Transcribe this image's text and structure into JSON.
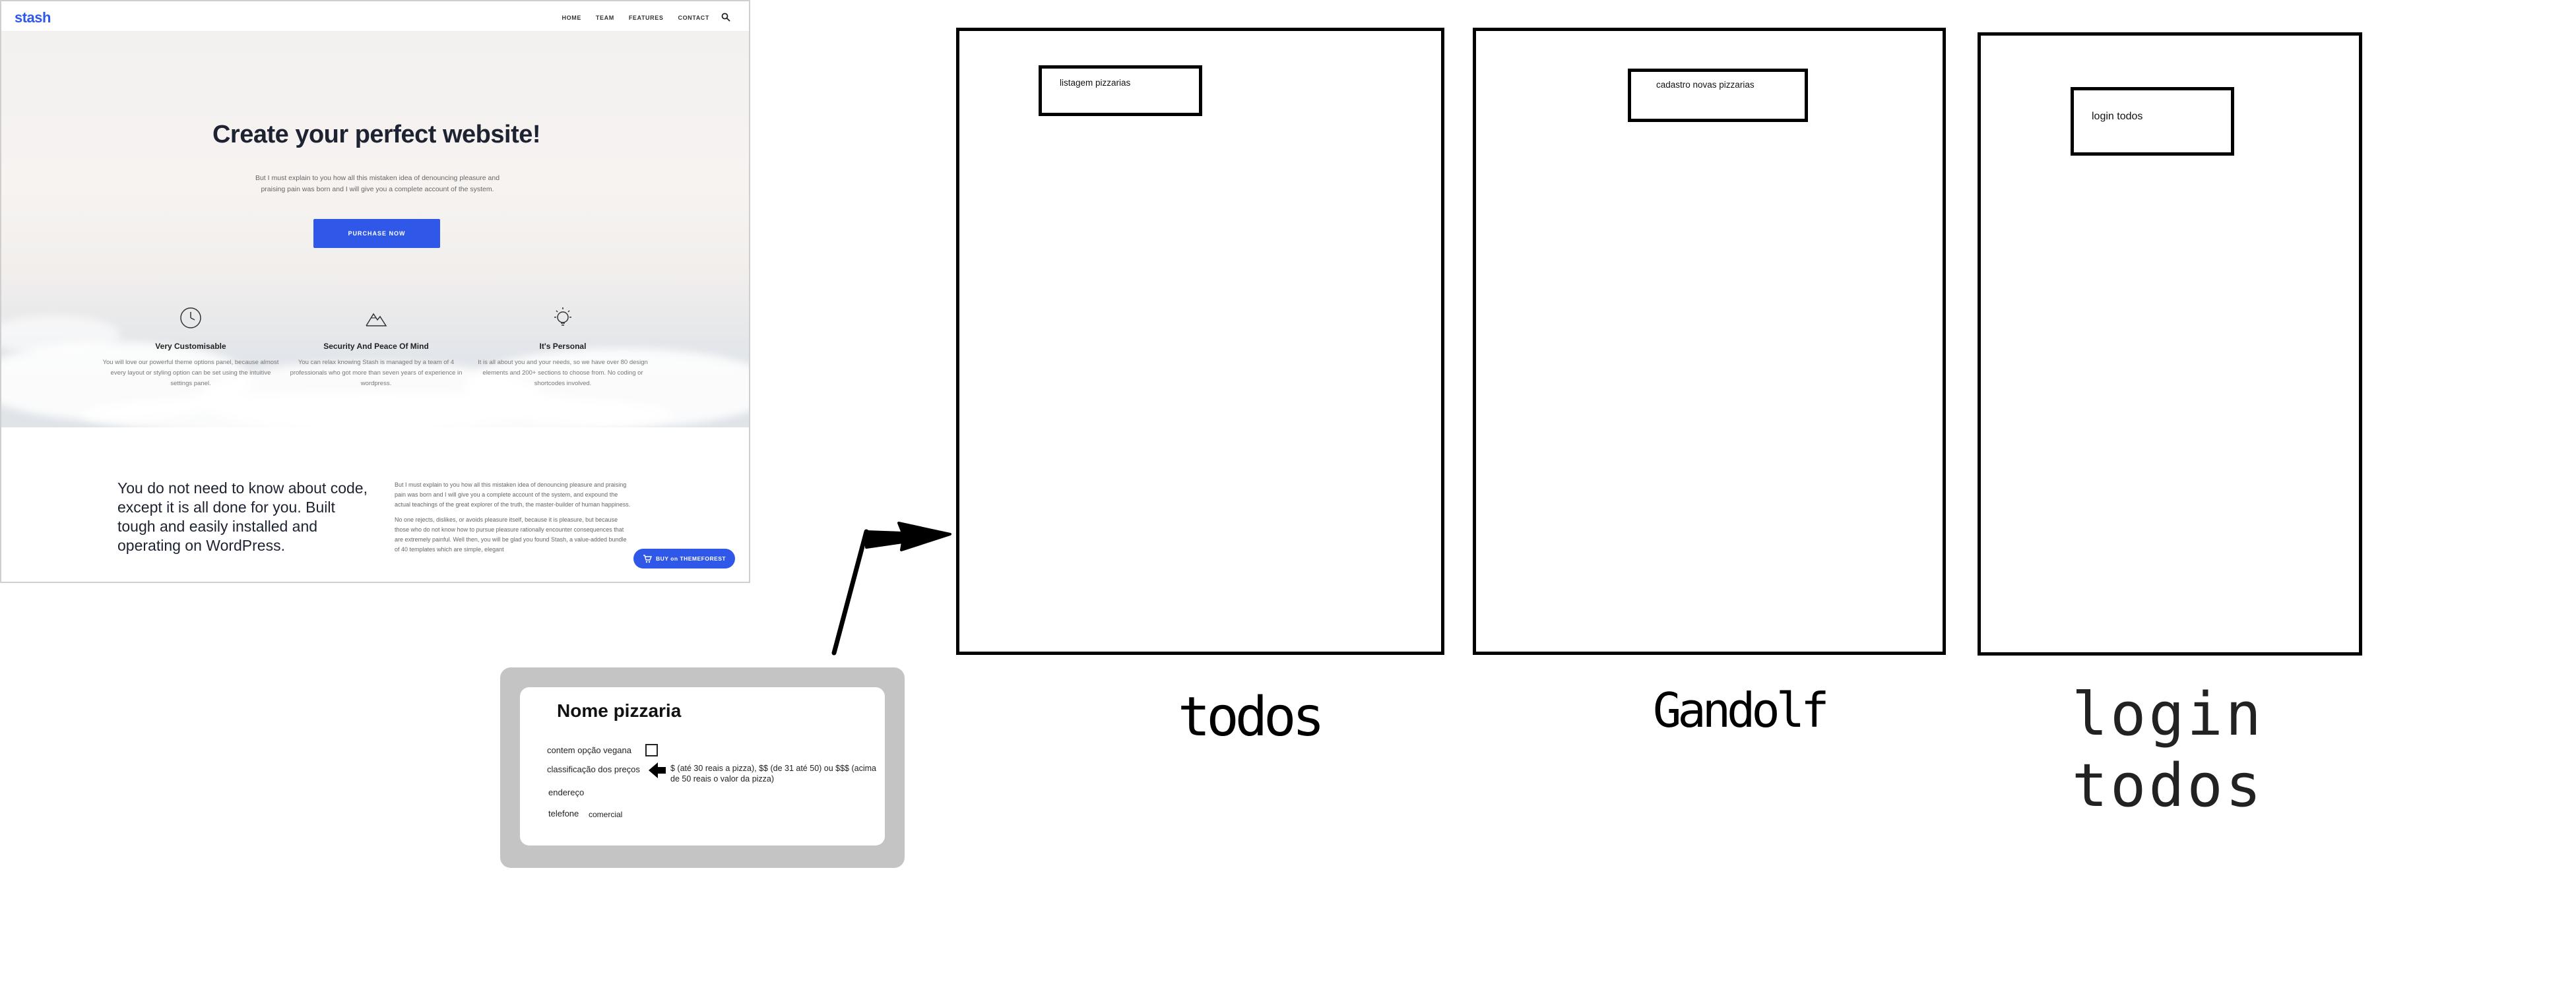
{
  "website": {
    "logo": "stash",
    "nav": [
      "HOME",
      "TEAM",
      "FEATURES",
      "CONTACT"
    ],
    "hero": {
      "title": "Create your perfect website!",
      "text": "But I must explain to you how all this mistaken idea of denouncing pleasure and praising pain was born and I will give you a complete account of the system.",
      "button": "PURCHASE NOW"
    },
    "features": [
      {
        "icon": "clock-icon",
        "title": "Very Customisable",
        "text": "You will love our powerful theme options panel, because almost every layout or styling option can be set using the intuitive settings panel."
      },
      {
        "icon": "mountain-icon",
        "title": "Security And Peace Of Mind",
        "text": "You can relax knowing Stash is managed by a team of 4 professionals who got more than seven years of experience in wordpress."
      },
      {
        "icon": "lightbulb-icon",
        "title": "It's Personal",
        "text": "It is all about you and your needs, so we have over 80 design elements and 200+ sections to choose from. No coding or shortcodes involved."
      }
    ],
    "bottom": {
      "heading": "You do not need to know about code, except it is all done for you. Built tough and easily installed and operating on WordPress.",
      "paragraph1": "But I must explain to you how all this mistaken idea of denouncing pleasure and praising pain was born and I will give you a complete account of the system, and expound the actual teachings of the great explorer of the truth, the master-builder of human happiness.",
      "paragraph2": "No one rejects, dislikes, or avoids pleasure itself, because it is pleasure, but because those who do not know how to pursue pleasure rationally encounter consequences that are extremely painful. Well then, you will be glad you found Stash, a value-added bundle of 40 templates which are simple, elegant"
    },
    "buy_button": "BUY on THEMEFOREST"
  },
  "wireframes": [
    {
      "inner_label": "listagem pizzarias",
      "caption": "todos"
    },
    {
      "inner_label": "cadastro novas  pizzarias",
      "caption": "Gandolf"
    },
    {
      "inner_label": "login todos",
      "caption_lines": [
        "login",
        "todos"
      ]
    }
  ],
  "pizzaria_card": {
    "title": "Nome pizzaria",
    "vegan_label": "contem opção vegana",
    "price_class_label": "classificação dos preços",
    "price_class_description": "$ (até 30 reais a pizza), $$ (de 31 até 50) ou $$$ (acima de 50 reais o valor da pizza)",
    "address_label": "endereço",
    "phone_label": "telefone",
    "phone_value": "comercial"
  },
  "colors": {
    "brand_blue": "#2f58e8",
    "card_gray": "#c4c4c4",
    "wireframe_stroke": "#000000"
  }
}
